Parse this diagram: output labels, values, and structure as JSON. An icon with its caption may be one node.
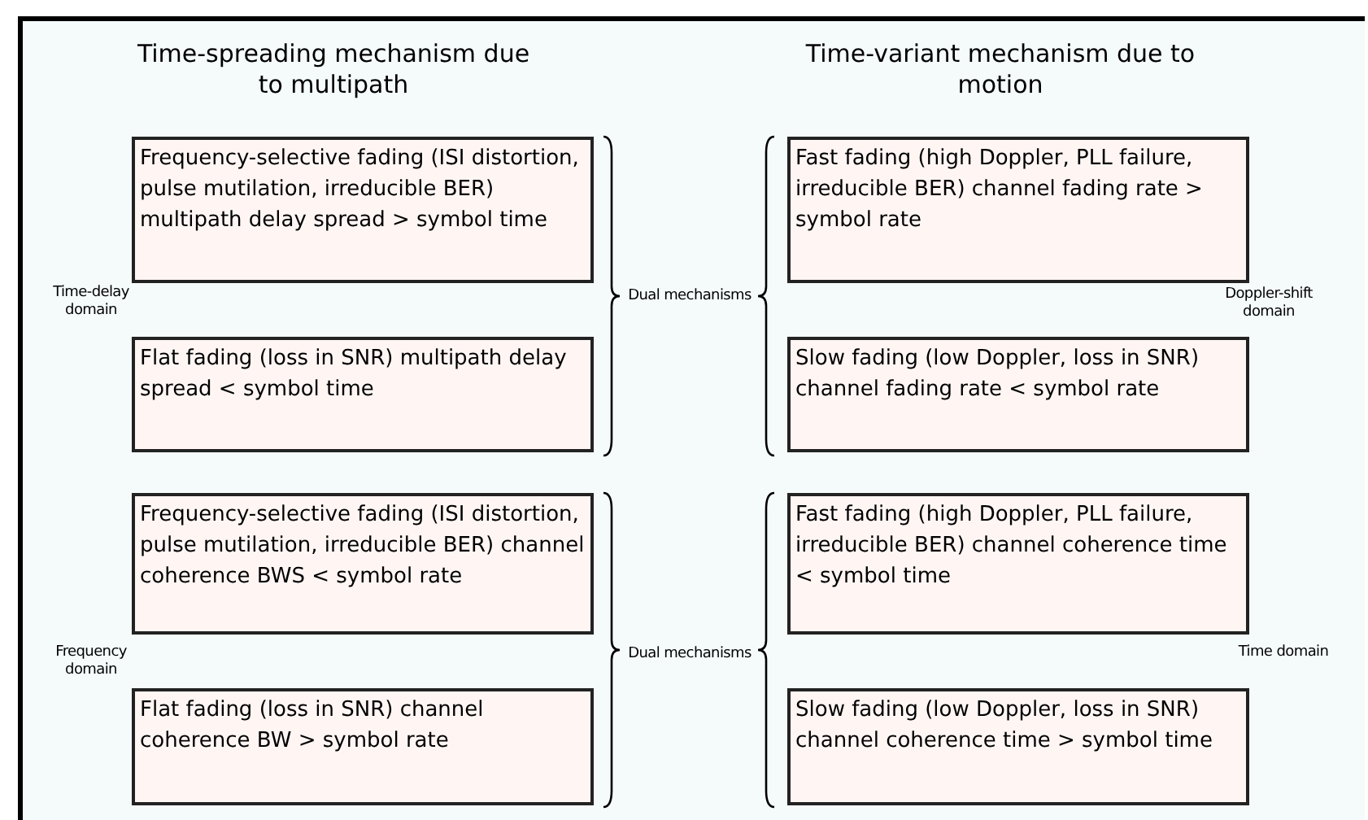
{
  "diagram": {
    "nodes": [
      {
        "text": [
          "Frequency-selective fading (ISI distortion, pulse mutilation, irreducible BER) multipath delay spread > symbol time"
        ]
      },
      {
        "text": [
          "Fast fading (high Doppler, PLL failure, irreducible BER) channel fading rate > symbol rate"
        ]
      },
      {
        "text": [
          "Flat fading (loss in SNR) multipath delay spread < symbol time"
        ]
      },
      {
        "text": [
          "Slow fading (low Doppler, loss in SNR) channel fading rate < symbol rate"
        ]
      },
      {
        "text": [
          "Frequency-selective fading (ISI distortion, pulse mutilation, irreducible BER) channel coherence BWS < symbol rate"
        ]
      },
      {
        "text": [
          "Fast fading (high Doppler, PLL failure, irreducible BER) channel coherence time < symbol time"
        ]
      },
      {
        "text": [
          "Flat fading (loss in SNR) channel coherence BW > symbol rate"
        ]
      },
      {
        "text": [
          "Slow fading (low Doppler, loss in SNR) channel coherence time > symbol time"
        ]
      }
    ],
    "labels": [
      "Time-spreading mechanism due to multipath",
      "Time-variant mechanism due to motion",
      "Time-delay domain",
      "Dual mechanisms",
      "Doppler-shift domain",
      "Frequency domain",
      "Dual mechanisms",
      "Time domain"
    ]
  }
}
